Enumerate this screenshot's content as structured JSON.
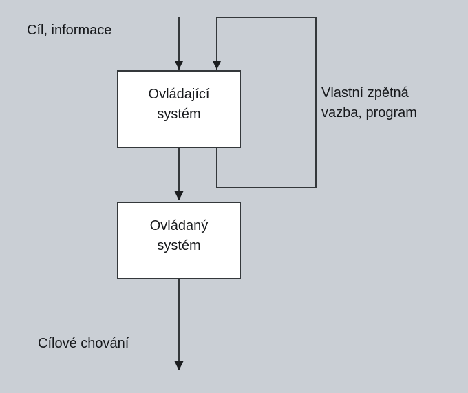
{
  "diagram": {
    "type": "flowchart",
    "colors": {
      "background": "#cacfd5",
      "line": "#34383b",
      "arrowhead": "#1b1e20",
      "box_fill": "#ffffff",
      "box_border": "#34383b",
      "text": "#17191c"
    },
    "labels": {
      "input": "Cíl, informace",
      "feedback": [
        "Vlastní zpětná",
        "vazba, program"
      ],
      "output": "Cílové chování"
    },
    "boxes": [
      {
        "id": "controlling-system",
        "lines": [
          "Ovládající",
          "systém"
        ]
      },
      {
        "id": "controlled-system",
        "lines": [
          "Ovládaný",
          "systém"
        ]
      }
    ],
    "edges": [
      {
        "from": "input-label",
        "to": "controlling-system",
        "arrow": true
      },
      {
        "from": "controlling-system",
        "to": "controlling-system",
        "arrow": true,
        "note": "feedback loop via right side"
      },
      {
        "from": "controlling-system",
        "to": "controlled-system",
        "arrow": true
      },
      {
        "from": "controlled-system",
        "to": "output-label",
        "arrow": true
      }
    ]
  }
}
